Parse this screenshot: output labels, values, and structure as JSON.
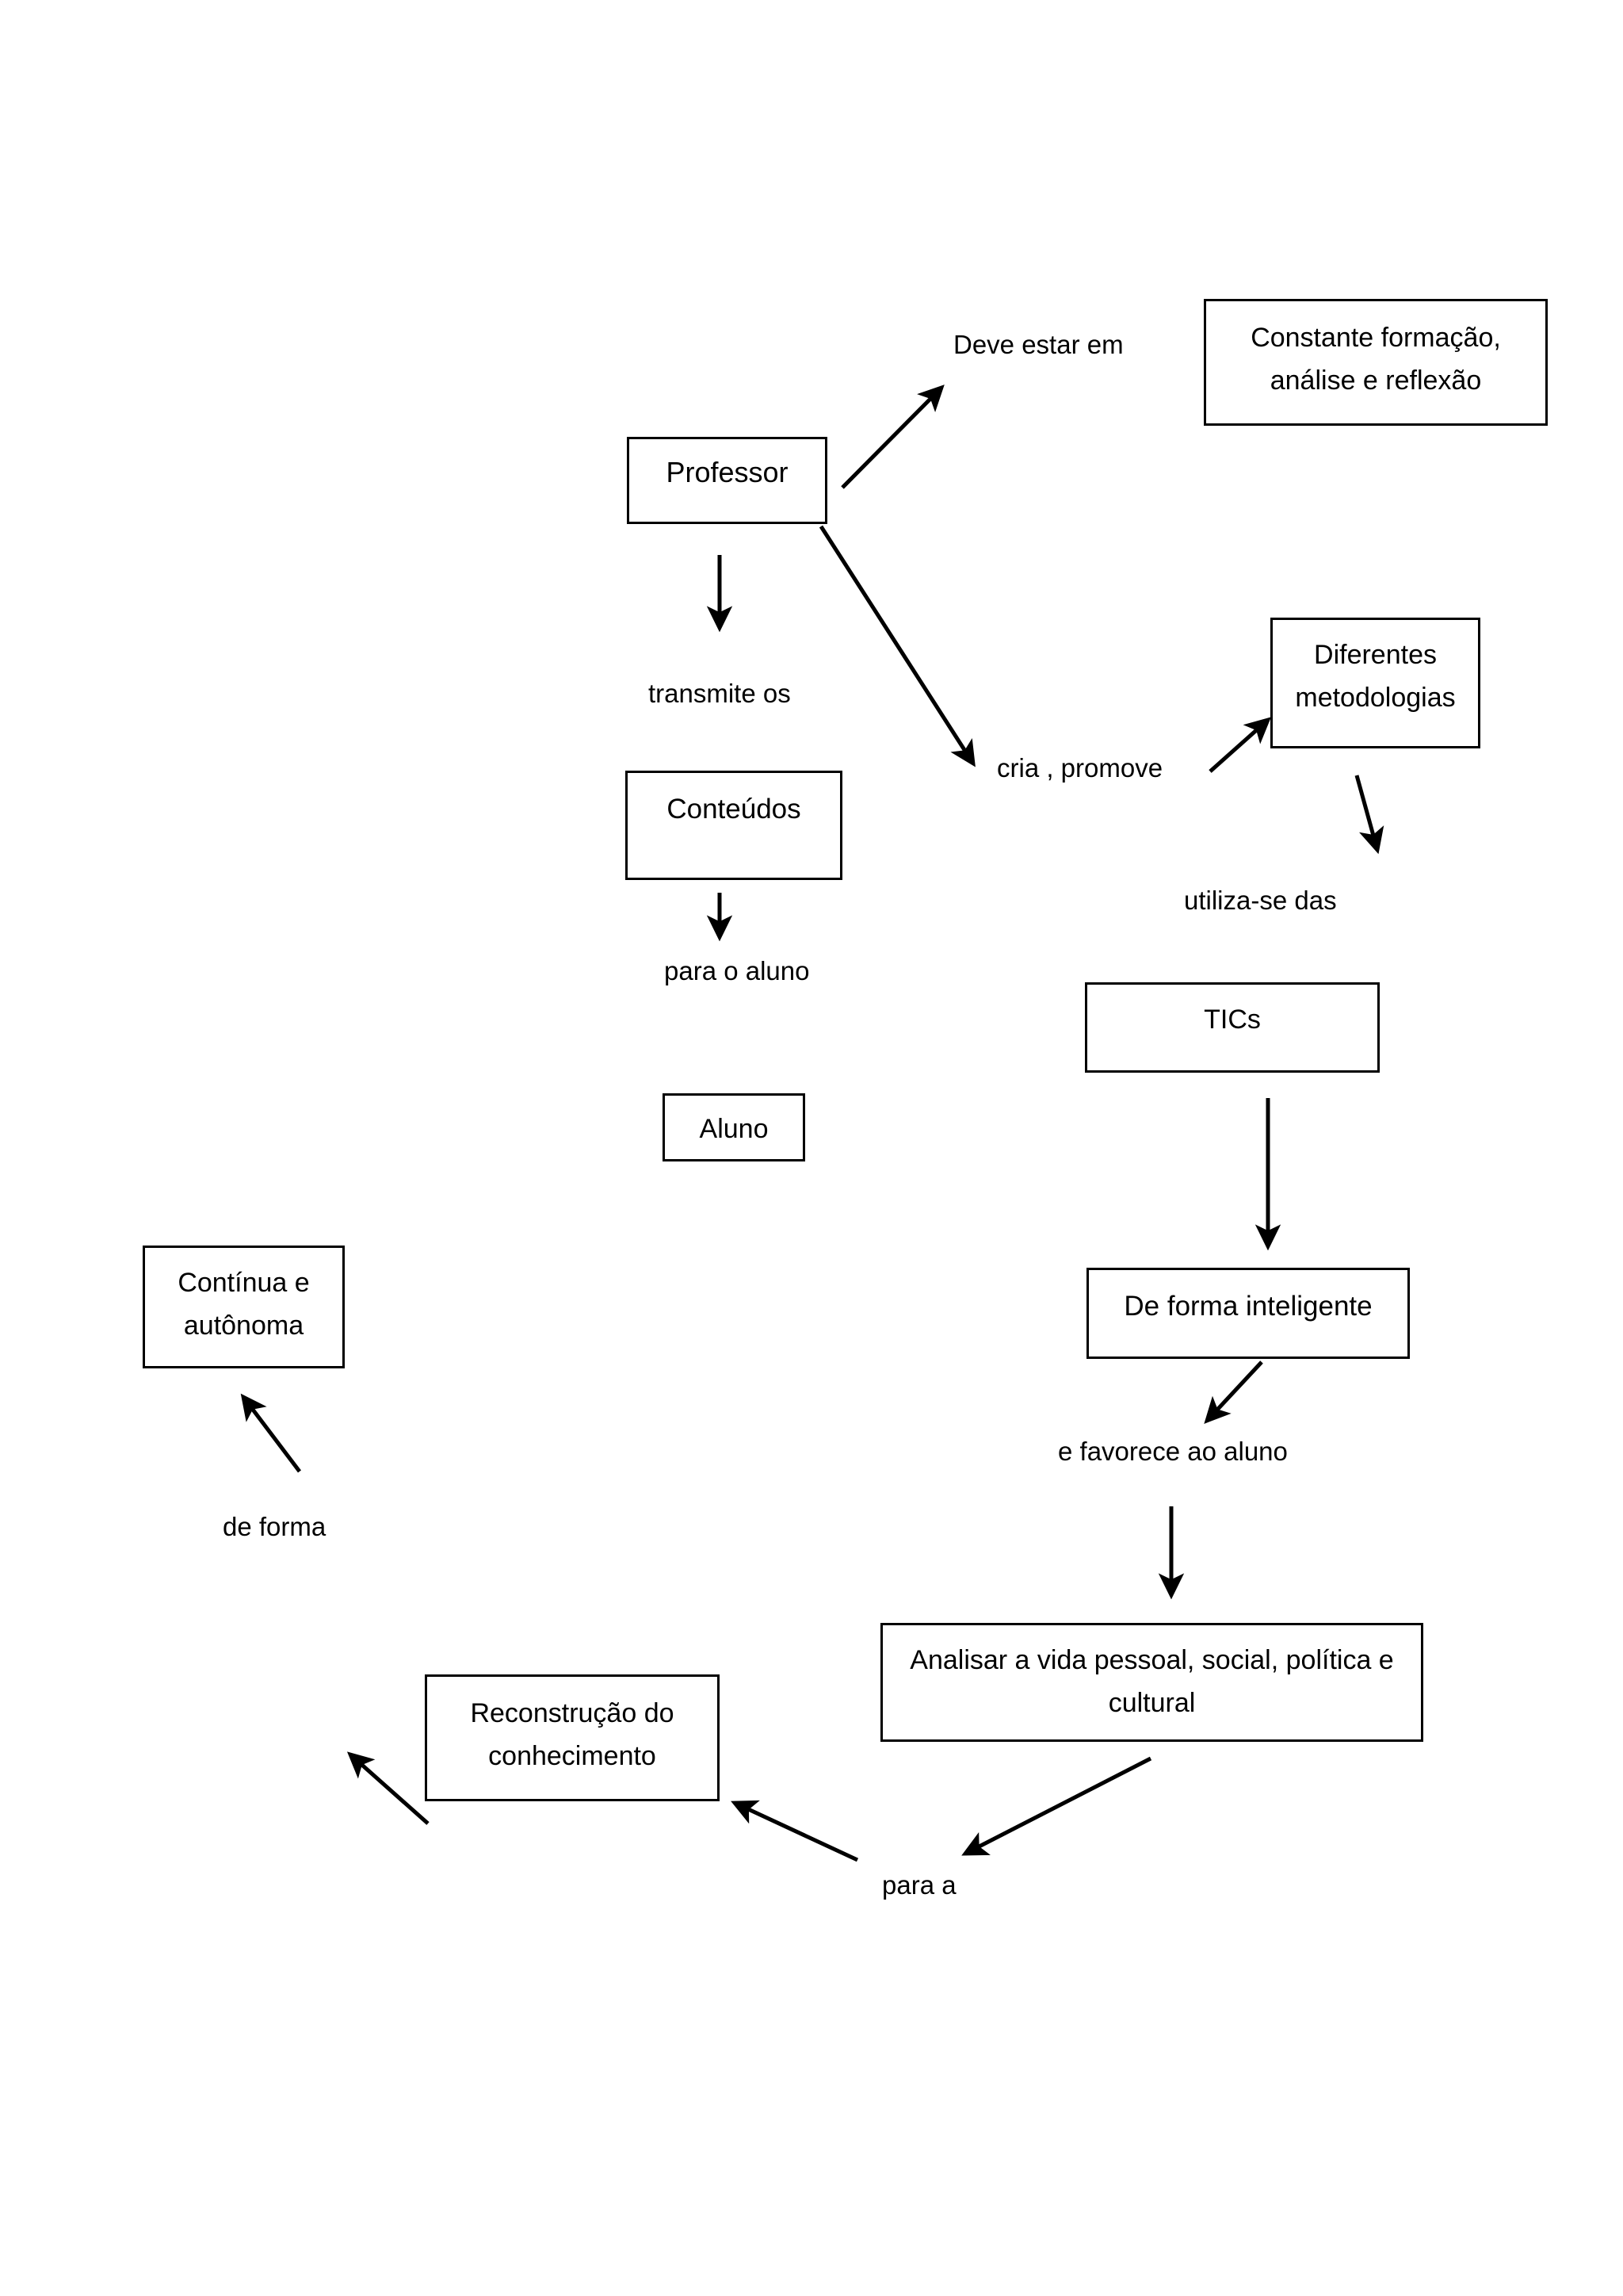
{
  "diagram": {
    "title": "Mapa conceitual: Professor, metodologias e TICs",
    "language": "pt-BR",
    "background_color": "#ffffff",
    "stroke_color": "#000000",
    "text_color": "#000000"
  },
  "nodes": [
    {
      "id": "professor",
      "label": "Professor"
    },
    {
      "id": "constante",
      "label": "Constante formação,\nanálise e reflexão"
    },
    {
      "id": "diferentes",
      "label": "Diferentes\nmetodologias"
    },
    {
      "id": "conteudos",
      "label": "Conteúdos"
    },
    {
      "id": "aluno",
      "label": "Aluno"
    },
    {
      "id": "tics",
      "label": "TICs"
    },
    {
      "id": "deforma",
      "label": "De forma inteligente"
    },
    {
      "id": "continua",
      "label": "Contínua e\nautônoma"
    },
    {
      "id": "analisar",
      "label": "Analisar a vida pessoal, social, política e\ncultural"
    },
    {
      "id": "reconstru",
      "label": "Reconstrução do\nconhecimento"
    }
  ],
  "edge_labels": [
    {
      "id": "deve_estar_em",
      "label": "Deve estar em"
    },
    {
      "id": "transmite_os",
      "label": "transmite os"
    },
    {
      "id": "cria_promove",
      "label": "cria , promove"
    },
    {
      "id": "utiliza_se_das",
      "label": "utiliza-se das"
    },
    {
      "id": "para_o_aluno",
      "label": "para o aluno"
    },
    {
      "id": "e_favorece",
      "label": "e favorece ao aluno"
    },
    {
      "id": "de_forma",
      "label": "de forma"
    },
    {
      "id": "para_a",
      "label": "para a"
    }
  ],
  "connections": [
    {
      "from": "professor",
      "to": "deve_estar_em",
      "label": "Deve estar em",
      "style": "arrow"
    },
    {
      "from": "professor",
      "to": "transmite_os",
      "label": "transmite os",
      "style": "arrow"
    },
    {
      "from": "professor",
      "to": "cria_promove",
      "label": "cria , promove",
      "style": "arrow"
    },
    {
      "from": "cria_promove",
      "to": "diferentes",
      "label": "",
      "style": "arrow"
    },
    {
      "from": "diferentes",
      "to": "utiliza_se_das",
      "label": "utiliza-se das",
      "style": "arrow"
    },
    {
      "from": "conteudos",
      "to": "para_o_aluno",
      "label": "para o aluno",
      "style": "arrow"
    },
    {
      "from": "tics",
      "to": "deforma",
      "label": "",
      "style": "arrow"
    },
    {
      "from": "deforma",
      "to": "e_favorece",
      "label": "e favorece ao aluno",
      "style": "arrow"
    },
    {
      "from": "e_favorece",
      "to": "analisar",
      "label": "",
      "style": "arrow"
    },
    {
      "from": "analisar",
      "to": "para_a",
      "label": "para a",
      "style": "arrow"
    },
    {
      "from": "para_a",
      "to": "reconstru",
      "label": "",
      "style": "arrow"
    },
    {
      "from": "reconstru",
      "to": "de_forma",
      "label": "de forma",
      "style": "arrow"
    },
    {
      "from": "de_forma",
      "to": "continua",
      "label": "",
      "style": "arrow"
    }
  ]
}
